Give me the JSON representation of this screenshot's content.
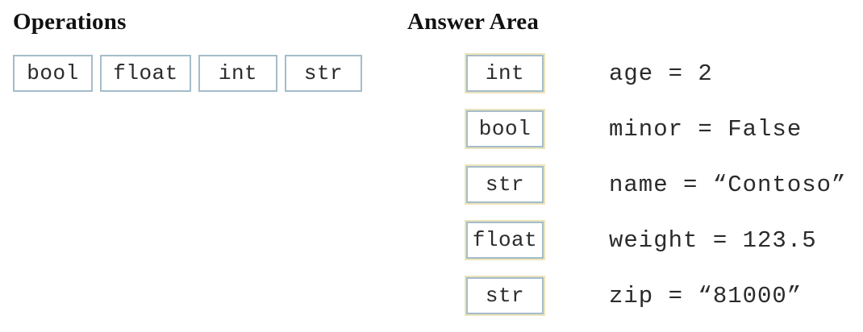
{
  "operations": {
    "title": "Operations",
    "items": [
      {
        "label": "bool"
      },
      {
        "label": "float"
      },
      {
        "label": "int"
      },
      {
        "label": "str"
      }
    ]
  },
  "answer_area": {
    "title": "Answer Area",
    "rows": [
      {
        "value": "int",
        "statement": "age = 2"
      },
      {
        "value": "bool",
        "statement": "minor = False"
      },
      {
        "value": "str",
        "statement": "name = “Contoso”"
      },
      {
        "value": "float",
        "statement": "weight = 123.5"
      },
      {
        "value": "str",
        "statement": "zip = “81000”"
      }
    ]
  },
  "colors": {
    "box_border": "#a5bcc9",
    "slot_outline": "#ebe4bb",
    "text": "#2b2b2b"
  }
}
